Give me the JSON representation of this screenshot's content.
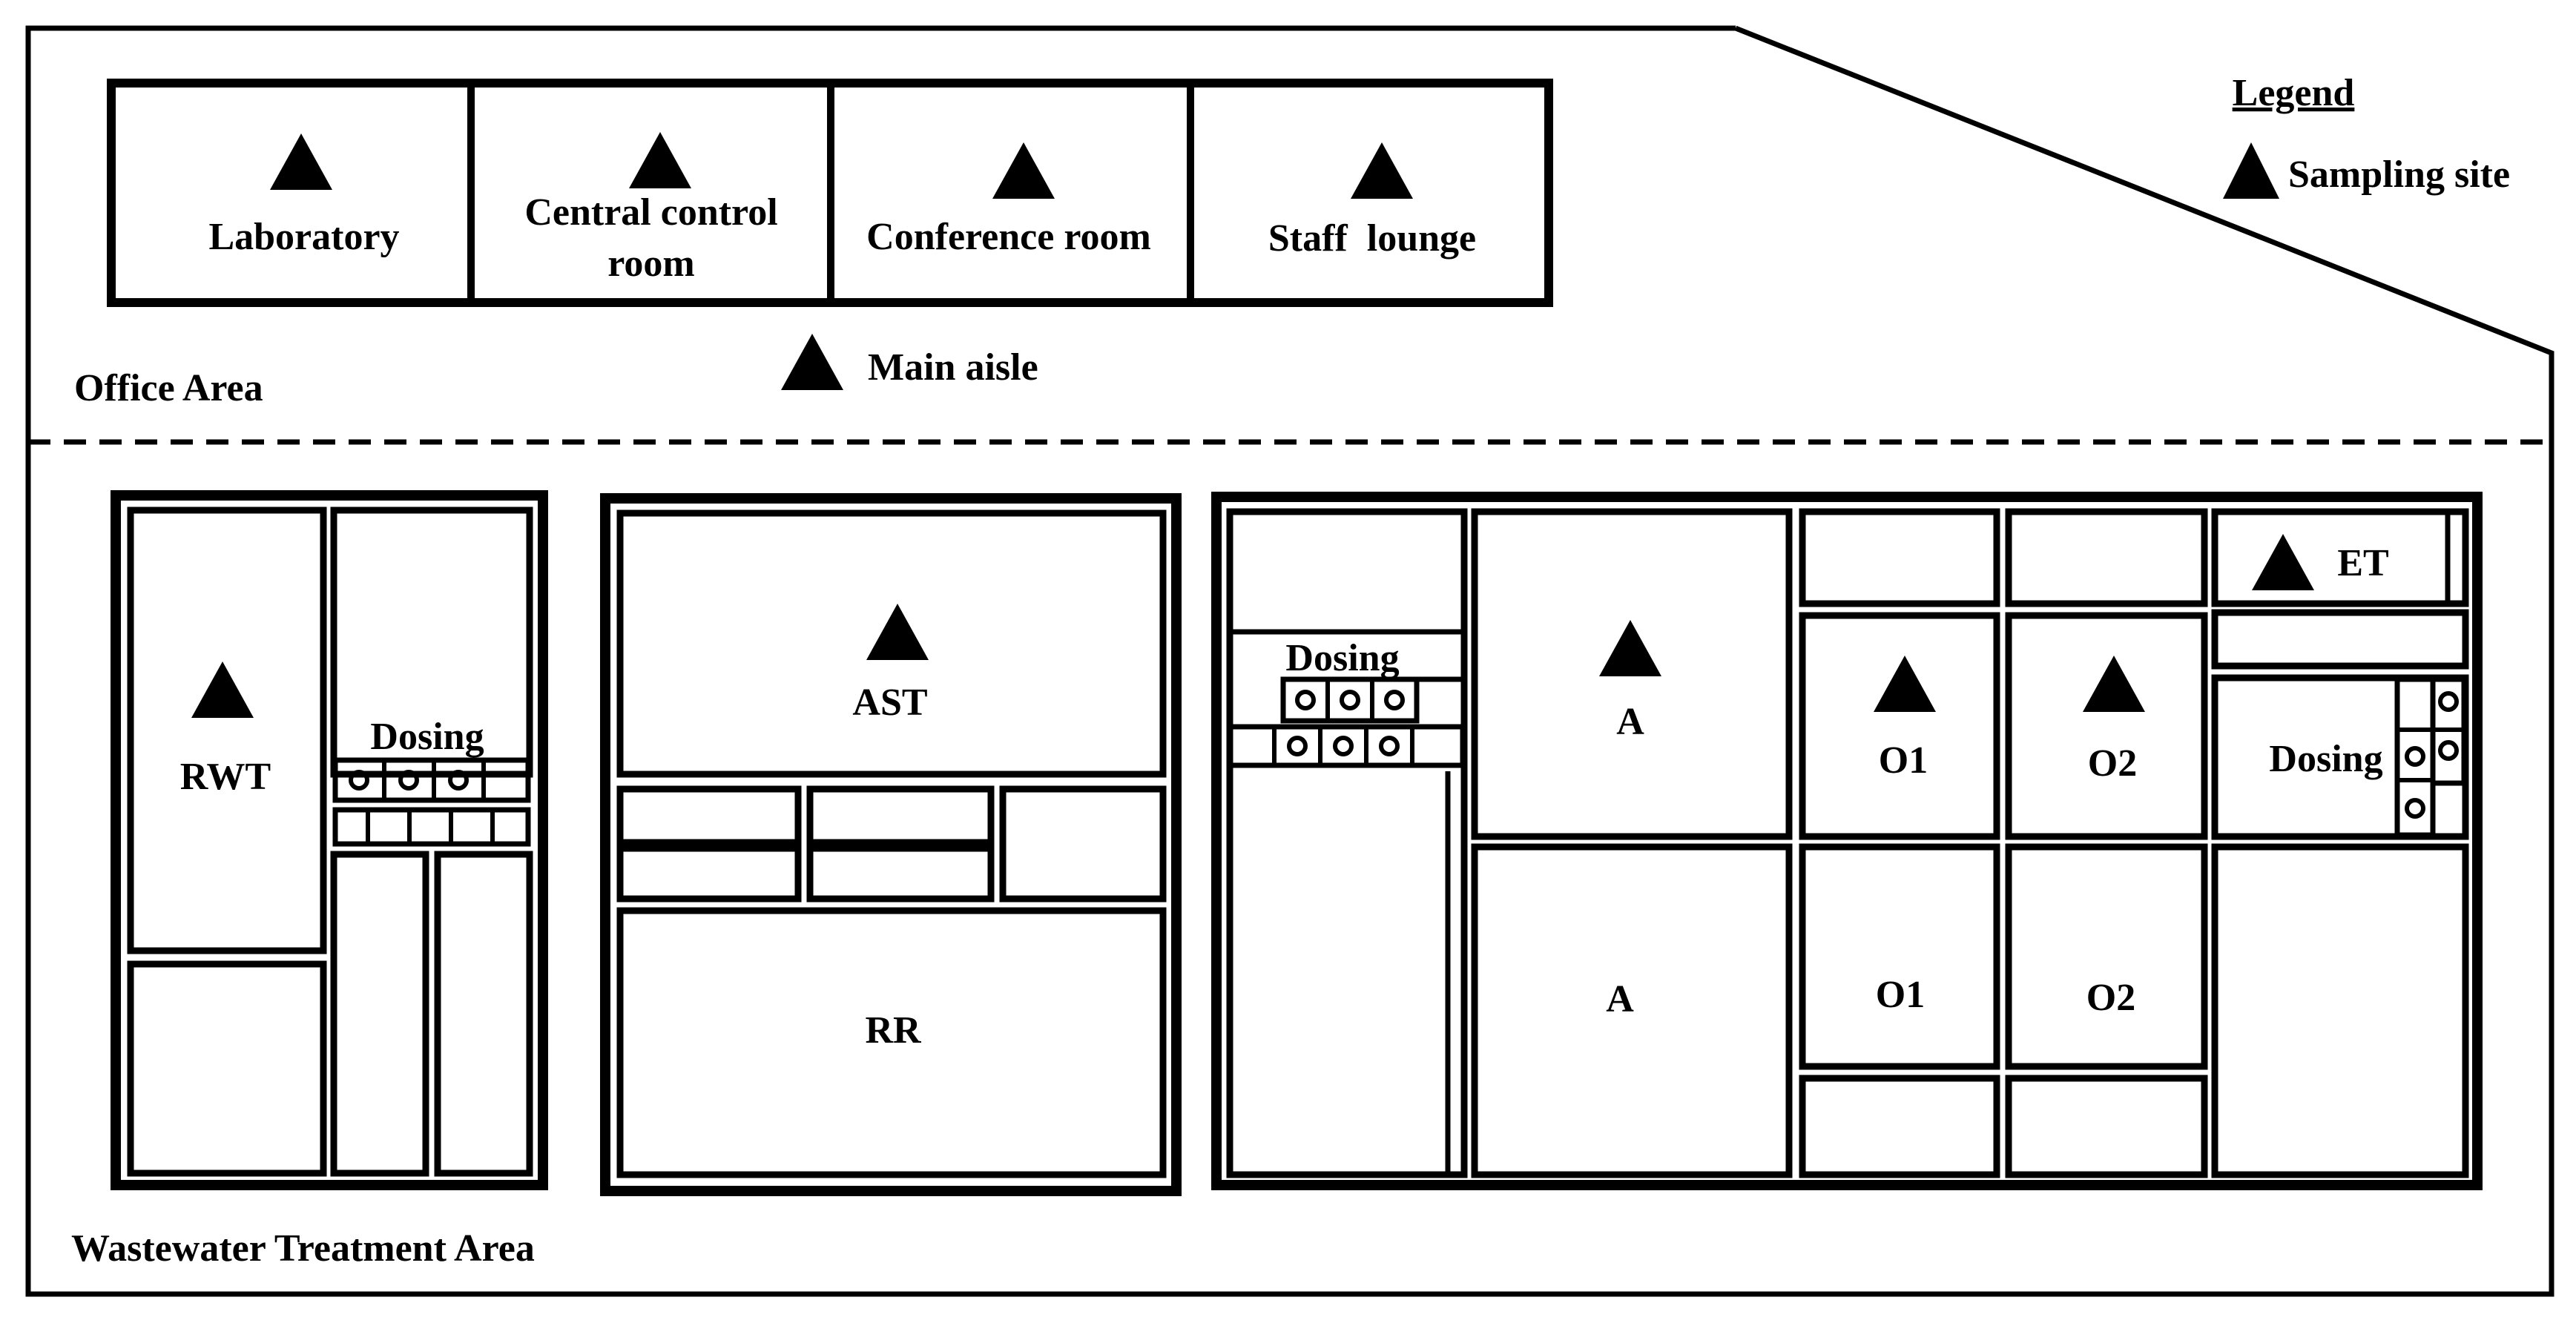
{
  "legend": {
    "title": "Legend",
    "marker_label": "Sampling site"
  },
  "office_area": {
    "label": "Office Area",
    "rooms": [
      {
        "line1": "Laboratory",
        "line2": ""
      },
      {
        "line1": "Central control",
        "line2": "room"
      },
      {
        "line1": "Conference room",
        "line2": ""
      },
      {
        "line1": "Staff  lounge",
        "line2": ""
      }
    ],
    "main_aisle": "Main aisle"
  },
  "wastewater_area": {
    "label": "Wastewater Treatment Area",
    "block1": {
      "rwt": "RWT",
      "dosing": "Dosing"
    },
    "block2": {
      "ast": "AST",
      "rr": "RR"
    },
    "block3": {
      "dosing_left": "Dosing",
      "a_top": "A",
      "a_bottom": "A",
      "o1_top": "O1",
      "o2_top": "O2",
      "o1_bottom": "O1",
      "o2_bottom": "O2",
      "et": "ET",
      "dosing_right": "Dosing"
    }
  },
  "colors": {
    "line": "#000000",
    "background": "#ffffff",
    "marker": "#000000"
  },
  "marker_icon": "filled-triangle"
}
